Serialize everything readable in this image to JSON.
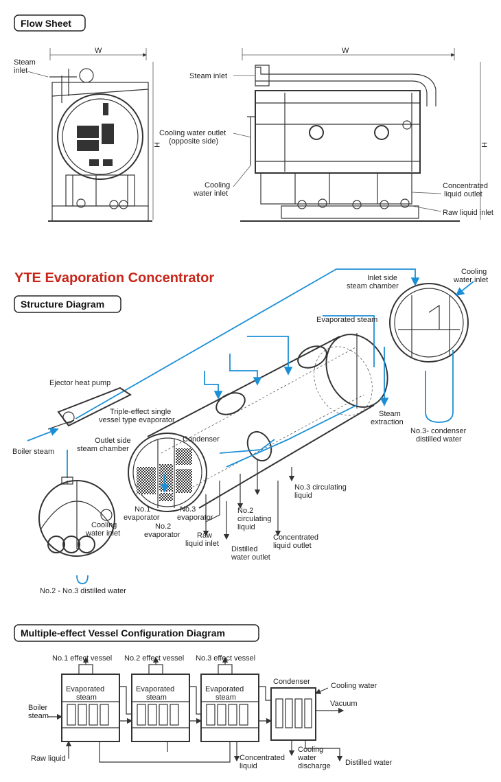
{
  "sections": {
    "flow_sheet": "Flow Sheet",
    "product_title": "YTE Evaporation Concentrator",
    "structure": "Structure Diagram",
    "multi_effect": "Multiple-effect Vessel Configuration Diagram"
  },
  "colors": {
    "accent": "#c8261a",
    "line_blue": "#1b8fd6",
    "ink": "#333333"
  },
  "flow_sheet": {
    "dim_w": "W",
    "dim_h": "H",
    "left": {
      "steam_inlet_1": "Steam",
      "steam_inlet_2": "inlet"
    },
    "right": {
      "steam_inlet": "Steam inlet",
      "cooling_out_1": "Cooling water outlet",
      "cooling_out_2": "(opposite side)",
      "cooling_in_1": "Cooling",
      "cooling_in_2": "water inlet",
      "conc_1": "Concentrated",
      "conc_2": "liquid outlet",
      "raw_inlet": "Raw liquid inlet"
    }
  },
  "structure": {
    "inlet_chamber_1": "Inlet side",
    "inlet_chamber_2": "steam chamber",
    "cooling_in_1": "Cooling",
    "cooling_in_2": "water inlet",
    "evaporated_steam": "Evaporated steam",
    "ejector": "Ejector heat pump",
    "triple_1": "Triple-effect single",
    "triple_2": "vessel type evaporator",
    "boiler_steam": "Boiler steam",
    "outlet_chamber_1": "Outlet side",
    "outlet_chamber_2": "steam chamber",
    "condenser": "Condenser",
    "steam_extraction_1": "Steam",
    "steam_extraction_2": "extraction",
    "no3_condenser_1": "No.3- condenser",
    "no3_condenser_2": "distilled water",
    "no3_circ_1": "No.3 circulating",
    "no3_circ_2": "liquid",
    "no1_evap_1": "No.1",
    "no1_evap_2": "evaporator",
    "no3_evap_1": "No.3",
    "no3_evap_2": "evaporator",
    "no2_evap_1": "No.2",
    "no2_evap_2": "evaporator",
    "no2_circ_1": "No.2",
    "no2_circ_2": "circulating",
    "no2_circ_3": "liquid",
    "cooling_in_b_1": "Cooling",
    "cooling_in_b_2": "water inlet",
    "raw_1": "Raw",
    "raw_2": "liquid inlet",
    "distilled_out_1": "Distilled",
    "distilled_out_2": "water outlet",
    "conc_out_1": "Concentrated",
    "conc_out_2": "liquid outlet",
    "no2_no3_distilled": "No.2 - No.3 distilled water"
  },
  "multi": {
    "vessel1": "No.1 effect vessel",
    "vessel2": "No.2 effect vessel",
    "vessel3": "No.3 effect vessel",
    "evap_1": "Evaporated",
    "evap_2": "steam",
    "condenser": "Condenser",
    "cooling_water": "Cooling water",
    "vacuum": "Vacuum",
    "boiler_1": "Boiler",
    "boiler_2": "steam",
    "raw_liquid": "Raw liquid",
    "conc_1": "Concentrated",
    "conc_2": "liquid",
    "cool_dis_1": "Cooling",
    "cool_dis_2": "water",
    "cool_dis_3": "discharge",
    "distilled": "Distilled water"
  }
}
